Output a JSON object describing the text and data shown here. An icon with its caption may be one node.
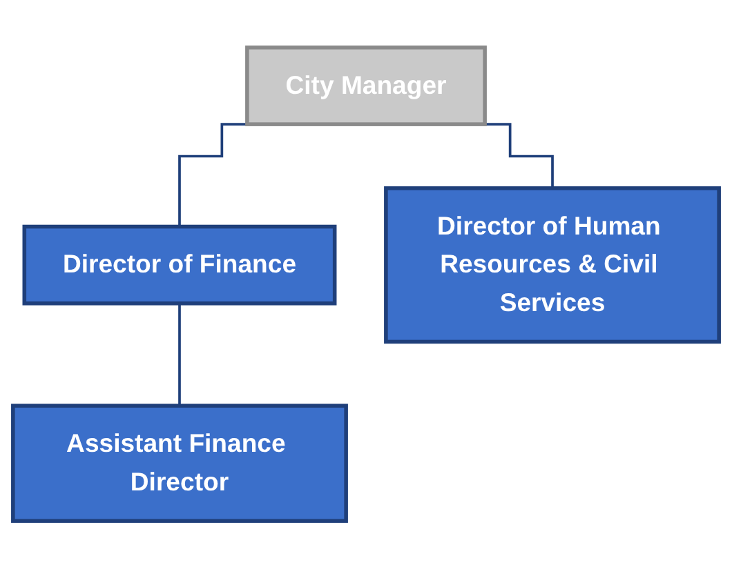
{
  "diagram": {
    "nodes": [
      {
        "text": [
          "City Manager"
        ]
      },
      {
        "text": [
          "Director of Finance"
        ]
      },
      {
        "text": [
          "Director of Human Resources & Civil Services"
        ]
      },
      {
        "text": [
          "Assistant Finance Director"
        ]
      }
    ],
    "edges": [
      {
        "from": 0,
        "to": 1,
        "arrow": "none"
      },
      {
        "from": 0,
        "to": 2,
        "arrow": "none"
      },
      {
        "from": 1,
        "to": 3,
        "arrow": "none"
      }
    ]
  }
}
